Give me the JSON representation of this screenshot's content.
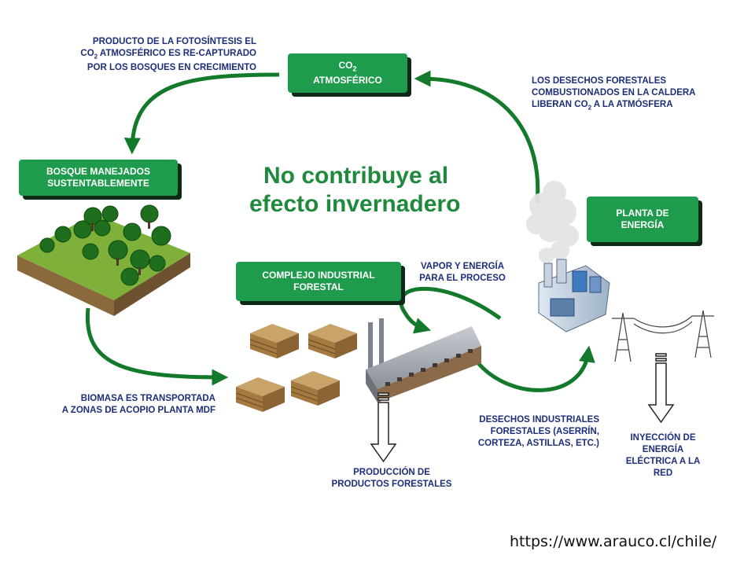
{
  "headline": {
    "line1": "No contribuye al",
    "line2": "efecto invernadero"
  },
  "boxes": {
    "co2": {
      "main": "CO",
      "sub": "2",
      "line2": "ATMOSFÉRICO"
    },
    "forest": {
      "line1": "BOSQUE MANEJADOS",
      "line2": "SUSTENTABLEMENTE"
    },
    "industrial": {
      "line1": "COMPLEJO INDUSTRIAL",
      "line2": "FORESTAL"
    },
    "plant": {
      "line1": "PLANTA DE",
      "line2": "ENERGÍA"
    }
  },
  "labels": {
    "photosynthesis": {
      "line1": "PRODUCTO DE LA FOTOSÍNTESIS EL",
      "line2_pre": "CO",
      "line2_sub": "2",
      "line2_post": " ATMOSFÉRICO ES RE-CAPTURADO",
      "line3": "POR LOS BOSQUES EN CRECIMIENTO"
    },
    "waste_burned": {
      "line1": "LOS DESECHOS FORESTALES",
      "line2": "COMBUSTIONADOS EN LA CALDERA",
      "line3_pre": "LIBERAN CO",
      "line3_sub": "2",
      "line3_post": " A LA ATMÓSFERA"
    },
    "steam": {
      "line1": "VAPOR Y ENERGÍA",
      "line2": "PARA EL PROCESO"
    },
    "biomass": {
      "line1": "BIOMASA ES TRANSPORTADA",
      "line2": "A ZONAS DE ACOPIO PLANTA MDF"
    },
    "industrial_waste": {
      "line1": "DESECHOS INDUSTRIALES",
      "line2": "FORESTALES (ASERRÍN,",
      "line3": "CORTEZA, ASTILLAS, ETC.)"
    },
    "production": {
      "line1": "PRODUCCIÓN DE",
      "line2": "PRODUCTOS FORESTALES"
    },
    "injection": {
      "line1": "INYECCIÓN DE",
      "line2": "ENERGÍA",
      "line3": "ELÉCTRICA A LA",
      "line4": "RED"
    }
  },
  "source_url": "https://www.arauco.cl/chile/",
  "colors": {
    "box_green": "#1f9b4e",
    "arrow_green": "#137a2c",
    "headline_green": "#1f8a3d",
    "label_blue": "#1d2f7a"
  }
}
